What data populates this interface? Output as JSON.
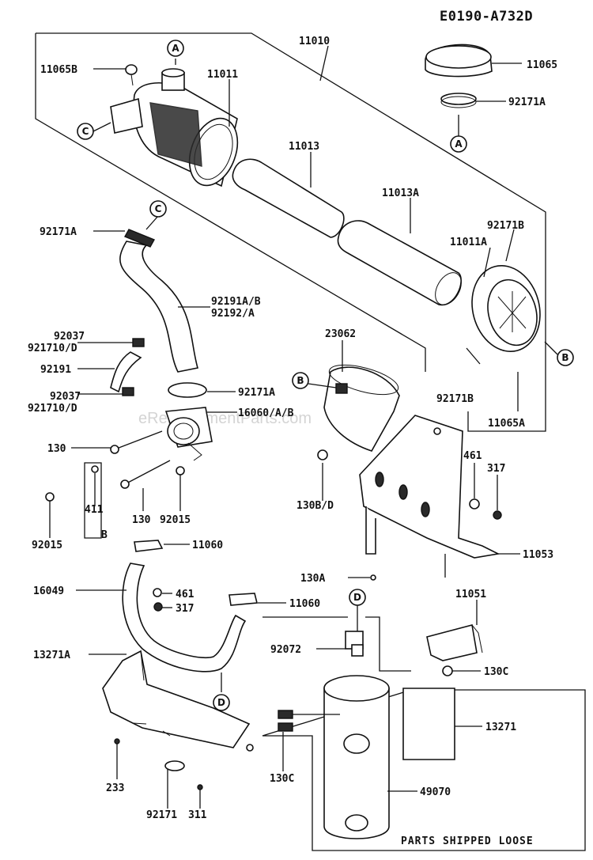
{
  "diagram_code": "E0190-A732D",
  "watermark": "eReplacementParts.com",
  "footer_note": "PARTS SHIPPED LOOSE",
  "callouts": [
    {
      "id": "A1",
      "text": "A"
    },
    {
      "id": "A2",
      "text": "A"
    },
    {
      "id": "B1",
      "text": "B"
    },
    {
      "id": "B2",
      "text": "B"
    },
    {
      "id": "C1",
      "text": "C"
    },
    {
      "id": "C2",
      "text": "C"
    },
    {
      "id": "D1",
      "text": "D"
    },
    {
      "id": "D2",
      "text": "D"
    }
  ],
  "labels": [
    {
      "id": "p11010",
      "text": "11010"
    },
    {
      "id": "p11065B",
      "text": "11065B"
    },
    {
      "id": "p11011",
      "text": "11011"
    },
    {
      "id": "p11065",
      "text": "11065"
    },
    {
      "id": "p92171A_top",
      "text": "92171A"
    },
    {
      "id": "p11013",
      "text": "11013"
    },
    {
      "id": "p11013A",
      "text": "11013A"
    },
    {
      "id": "p92171A_hose",
      "text": "92171A"
    },
    {
      "id": "p92171B_top",
      "text": "92171B"
    },
    {
      "id": "p11011A",
      "text": "11011A"
    },
    {
      "id": "p92191AB",
      "text": "92191A/B"
    },
    {
      "id": "p92192A",
      "text": "92192/A"
    },
    {
      "id": "p92037_1",
      "text": "92037"
    },
    {
      "id": "p921710D_1",
      "text": "921710/D"
    },
    {
      "id": "p23062",
      "text": "23062"
    },
    {
      "id": "p92191",
      "text": "92191"
    },
    {
      "id": "p92171B_bot",
      "text": "92171B"
    },
    {
      "id": "p92037_2",
      "text": "92037"
    },
    {
      "id": "p921710D_2",
      "text": "921710/D"
    },
    {
      "id": "p92171A_mid",
      "text": "92171A"
    },
    {
      "id": "p11065A",
      "text": "11065A"
    },
    {
      "id": "p16060",
      "text": "16060/A/B"
    },
    {
      "id": "p130_a",
      "text": "130"
    },
    {
      "id": "p461_a",
      "text": "461"
    },
    {
      "id": "p317_a",
      "text": "317"
    },
    {
      "id": "p130BD",
      "text": "130B/D"
    },
    {
      "id": "p411",
      "text": "411"
    },
    {
      "id": "p130_b",
      "text": "130"
    },
    {
      "id": "p92015_a",
      "text": "92015"
    },
    {
      "id": "pB",
      "text": "B"
    },
    {
      "id": "p92015_b",
      "text": "92015"
    },
    {
      "id": "p11060_a",
      "text": "11060"
    },
    {
      "id": "p11053",
      "text": "11053"
    },
    {
      "id": "p130A",
      "text": "130A"
    },
    {
      "id": "p16049",
      "text": "16049"
    },
    {
      "id": "p461_b",
      "text": "461"
    },
    {
      "id": "p317_b",
      "text": "317"
    },
    {
      "id": "p11051",
      "text": "11051"
    },
    {
      "id": "p11060_b",
      "text": "11060"
    },
    {
      "id": "p92072",
      "text": "92072"
    },
    {
      "id": "p13271A",
      "text": "13271A"
    },
    {
      "id": "p130C_a",
      "text": "130C"
    },
    {
      "id": "p13271",
      "text": "13271"
    },
    {
      "id": "p233",
      "text": "233"
    },
    {
      "id": "p130C_b",
      "text": "130C"
    },
    {
      "id": "p49070",
      "text": "49070"
    },
    {
      "id": "p92171",
      "text": "92171"
    },
    {
      "id": "p311",
      "text": "311"
    }
  ]
}
